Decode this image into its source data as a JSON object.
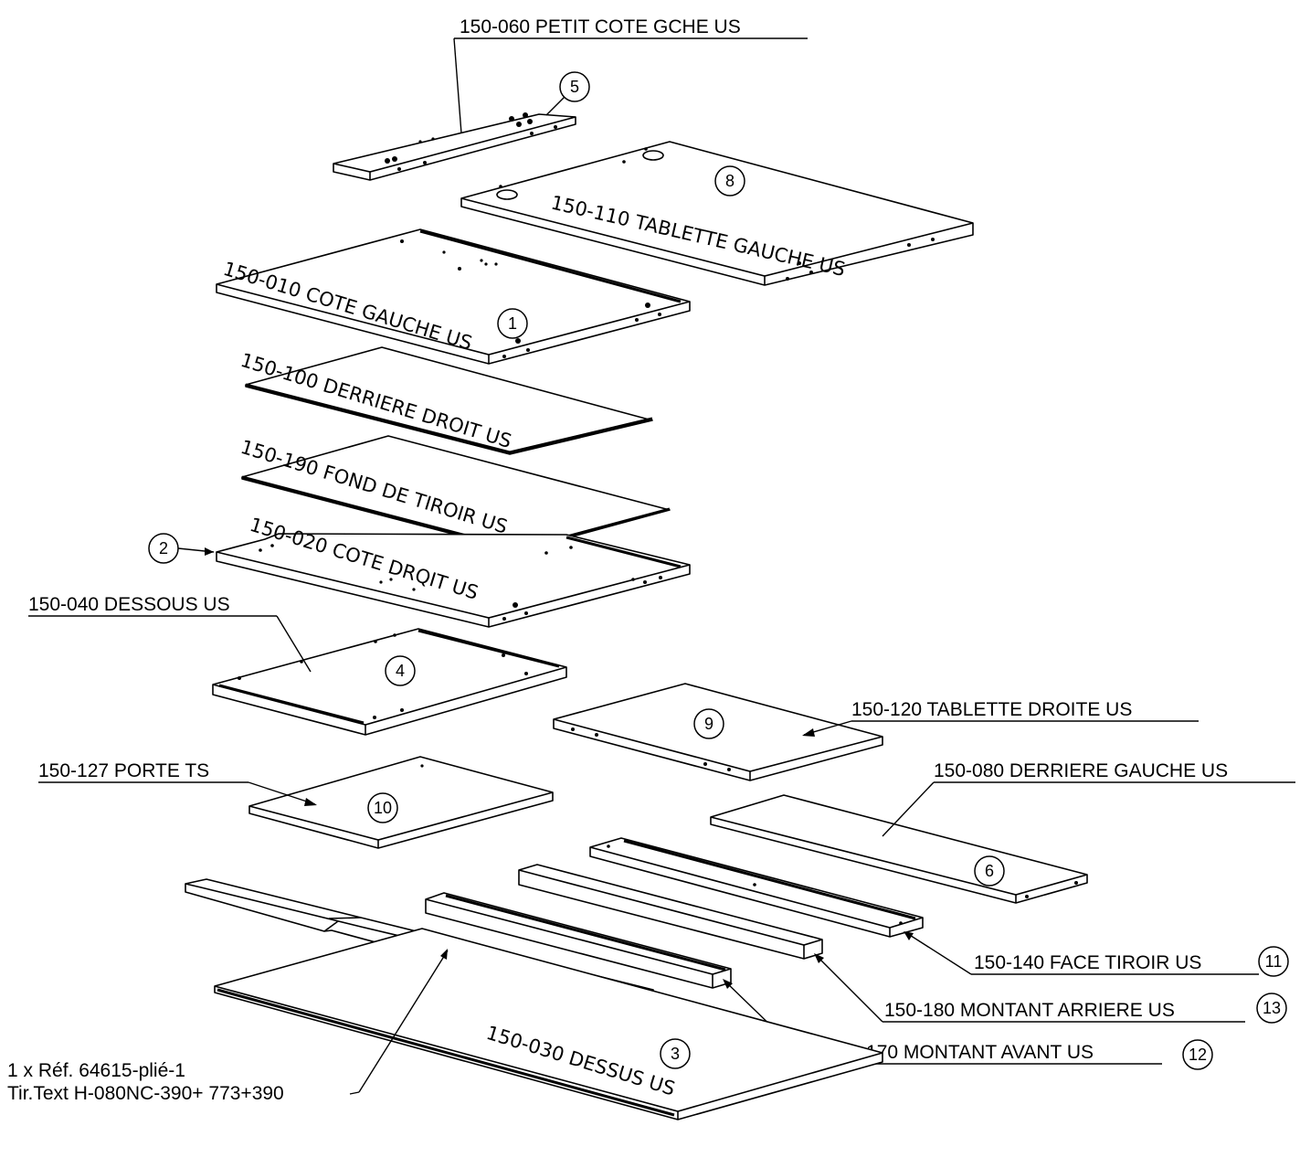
{
  "parts": [
    {
      "id": "p5",
      "number": "5",
      "label": "150-060 PETIT COTE GCHE US"
    },
    {
      "id": "p8",
      "number": "8",
      "label": "150-110 TABLETTE GAUCHE US"
    },
    {
      "id": "p1",
      "number": "1",
      "label": "150-010 COTE GAUCHE US"
    },
    {
      "id": "p100",
      "number": "",
      "label": "150-100 DERRIERE DROIT US"
    },
    {
      "id": "p190",
      "number": "",
      "label": "150-190 FOND DE TIROIR US"
    },
    {
      "id": "p2",
      "number": "2",
      "label": "150-020 COTE DRQIT US"
    },
    {
      "id": "p4",
      "number": "4",
      "label": "150-040 DESSOUS US"
    },
    {
      "id": "p9",
      "number": "9",
      "label": "150-120 TABLETTE DROITE US"
    },
    {
      "id": "p10",
      "number": "10",
      "label": "150-127 PORTE TS"
    },
    {
      "id": "p6",
      "number": "6",
      "label": "150-080 DERRIERE GAUCHE US"
    },
    {
      "id": "p11",
      "number": "11",
      "label": "150-140 FACE TIROIR US"
    },
    {
      "id": "p13",
      "number": "13",
      "label": "150-180 MONTANT ARRIERE US"
    },
    {
      "id": "p12",
      "number": "12",
      "label": "150-170 MONTANT AVANT US"
    },
    {
      "id": "p3",
      "number": "3",
      "label": "150-030 DESSUS US"
    }
  ],
  "note": {
    "line1": "1 x Réf. 64615-plié-1",
    "line2": "Tir.Text H-080NC-390+ 773+390"
  }
}
